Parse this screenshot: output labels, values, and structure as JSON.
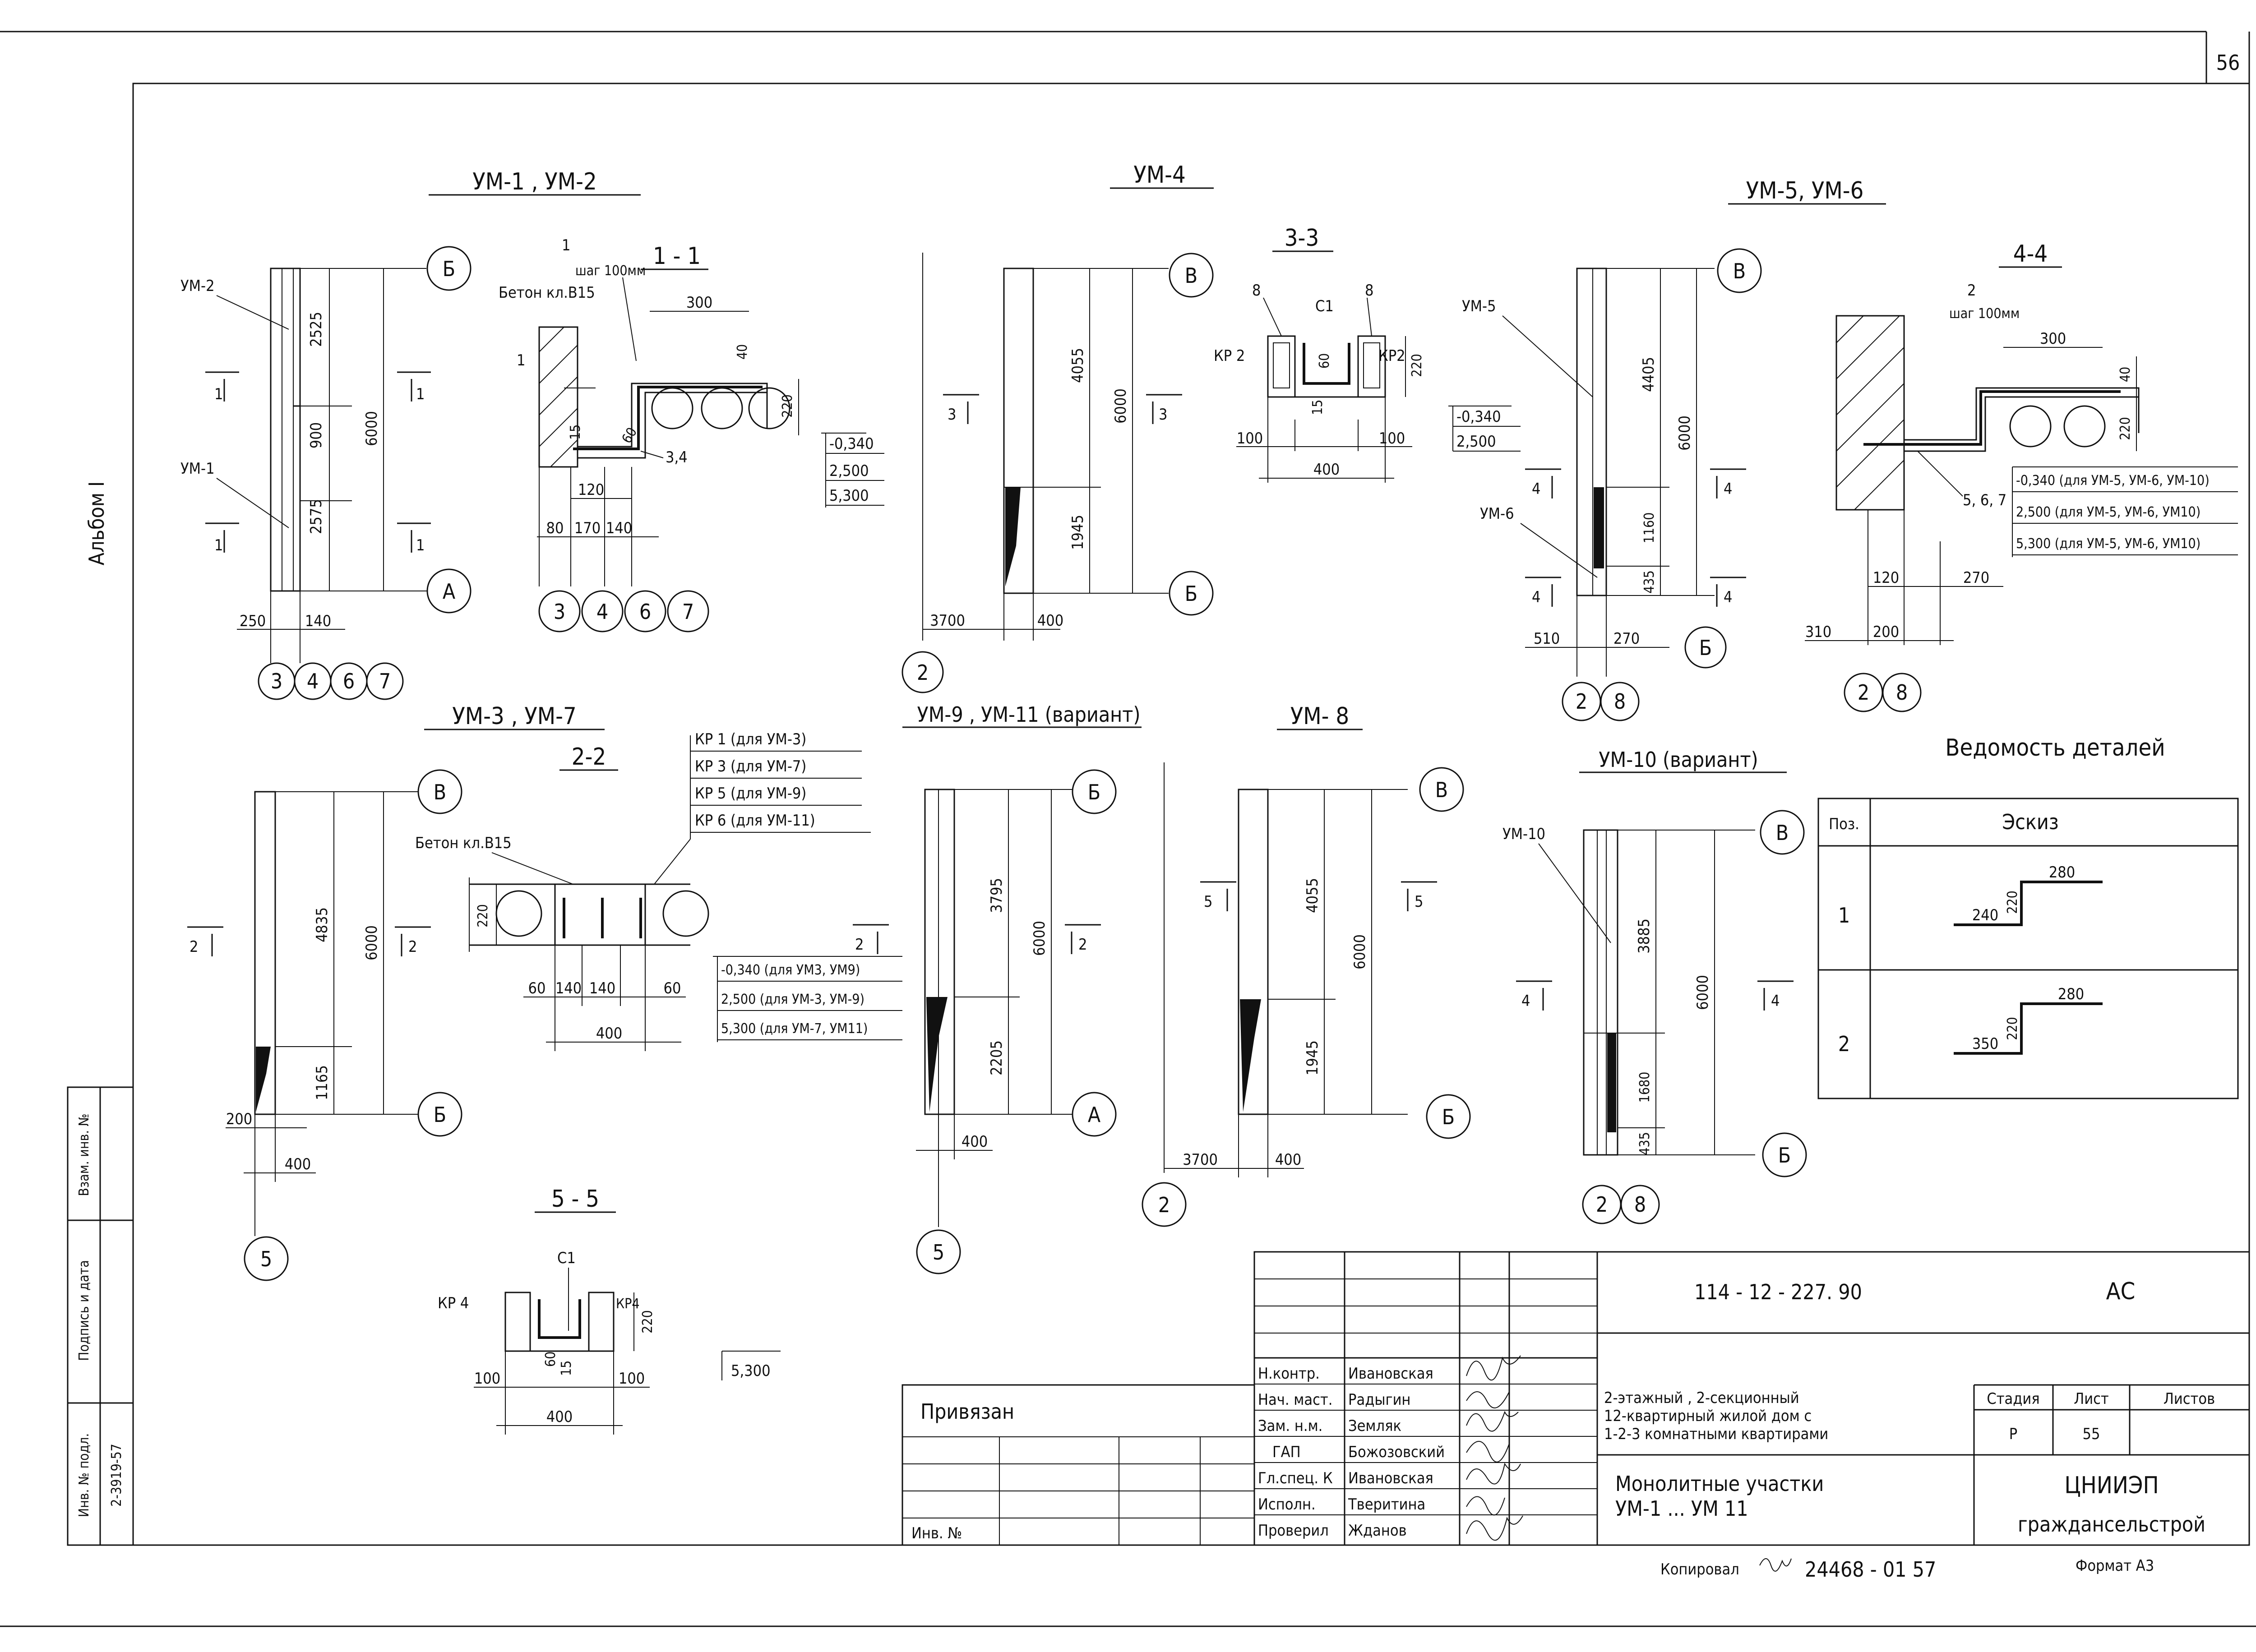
{
  "sheet": {
    "page_number": "56",
    "album": "Альбом I",
    "side_labels": [
      "Инв. № подл.",
      "Подпись и дата",
      "Взам. инв. №"
    ],
    "inv_number": "2-3919-57"
  },
  "views": {
    "um1_um2": {
      "title": "УМ-1 , УМ-2",
      "labels": [
        "УМ-2",
        "УМ-1"
      ],
      "dims": [
        "2525",
        "900",
        "2575",
        "6000",
        "250",
        "140"
      ],
      "cuts": [
        "1",
        "1",
        "1",
        "1"
      ],
      "axes": [
        "Б",
        "А",
        "3",
        "4",
        "6",
        "7"
      ]
    },
    "sec_1_1": {
      "title": "1 - 1",
      "notes": [
        "1",
        "шаг 100мм",
        "Бетон кл.В15"
      ],
      "dims": [
        "300",
        "40",
        "220",
        "120",
        "80",
        "170",
        "140",
        "60",
        "15",
        "3,4",
        "1"
      ],
      "levels": [
        "-0,340",
        "2,500",
        "5,300"
      ],
      "axes": [
        "3",
        "4",
        "6",
        "7"
      ]
    },
    "um4": {
      "title": "УМ-4",
      "dims": [
        "4055",
        "6000",
        "1945",
        "3700",
        "400"
      ],
      "cuts": [
        "3",
        "3"
      ],
      "axes": [
        "В",
        "Б",
        "2"
      ]
    },
    "sec_3_3": {
      "title": "3-3",
      "notes": [
        "8",
        "С1",
        "8",
        "КР 2",
        "КР2"
      ],
      "dims": [
        "60",
        "220",
        "15",
        "100",
        "100",
        "400"
      ],
      "levels": [
        "-0,340",
        "2,500"
      ]
    },
    "um5_um6": {
      "title": "УМ-5, УМ-6",
      "labels": [
        "УМ-5",
        "УМ-6"
      ],
      "dims": [
        "4405",
        "6000",
        "1160",
        "435",
        "510",
        "270"
      ],
      "cuts": [
        "4",
        "4",
        "4",
        "4"
      ],
      "axes": [
        "В",
        "Б",
        "2",
        "8"
      ]
    },
    "sec_4_4": {
      "title": "4-4",
      "notes": [
        "2",
        "шаг 100мм",
        "5, 6, 7"
      ],
      "dims": [
        "300",
        "40",
        "220",
        "120",
        "270",
        "310",
        "200"
      ],
      "levels": [
        "-0,340 (для УМ-5, УМ-6, УМ-10)",
        "2,500 (для УМ-5, УМ-6, УМ10)",
        "5,300 (для УМ-5, УМ-6, УМ10)"
      ],
      "axes": [
        "2",
        "8"
      ]
    },
    "um3_um7": {
      "title": "УМ-3 , УМ-7",
      "dims": [
        "4835",
        "6000",
        "1165",
        "200",
        "400"
      ],
      "cuts": [
        "2",
        "2"
      ],
      "axes": [
        "В",
        "Б",
        "5"
      ]
    },
    "sec_2_2": {
      "title": "2-2",
      "notes": [
        "Бетон кл.В15"
      ],
      "kr_list": [
        "КР 1 (для УМ-3)",
        "КР 3 (для УМ-7)",
        "КР 5 (для УМ-9)",
        "КР 6 (для УМ-11)"
      ],
      "dims": [
        "220",
        "60",
        "140",
        "140",
        "60",
        "400"
      ],
      "levels": [
        "-0,340 (для УМ3, УМ9)",
        "2,500 (для УМ-3, УМ-9)",
        "5,300 (для УМ-7, УМ11)"
      ]
    },
    "um9_um11": {
      "title": "УМ-9 , УМ-11 (вариант)",
      "dims": [
        "3795",
        "6000",
        "2205",
        "400"
      ],
      "cuts": [
        "2",
        "2"
      ],
      "axes": [
        "Б",
        "А",
        "5"
      ]
    },
    "um8": {
      "title": "УМ- 8",
      "dims": [
        "4055",
        "6000",
        "1945",
        "3700",
        "400"
      ],
      "cuts": [
        "5",
        "5"
      ],
      "axes": [
        "В",
        "Б",
        "2"
      ]
    },
    "um10": {
      "title": "УМ-10 (вариант)",
      "labels": [
        "УМ-10"
      ],
      "dims": [
        "3885",
        "6000",
        "1680",
        "435"
      ],
      "cuts": [
        "4",
        "4"
      ],
      "axes": [
        "В",
        "Б",
        "2",
        "8"
      ]
    },
    "sec_5_5": {
      "title": "5 - 5",
      "notes": [
        "С1",
        "КР 4",
        "КР4"
      ],
      "dims": [
        "60",
        "15",
        "220",
        "100",
        "100",
        "400"
      ],
      "levels": [
        "5,300"
      ]
    }
  },
  "details_table": {
    "title": "Ведомость деталей",
    "headers": [
      "Поз.",
      "Эскиз"
    ],
    "rows": [
      {
        "pos": "1",
        "dims": [
          "280",
          "220",
          "240"
        ]
      },
      {
        "pos": "2",
        "dims": [
          "280",
          "220",
          "350"
        ]
      }
    ]
  },
  "title_block": {
    "doc_code": "114 - 12 - 227. 90",
    "mark": "АС",
    "privyazan": "Привязан",
    "inv_no": "Инв. №",
    "roles": [
      "Н.контр.",
      "Нач. маст.",
      "Зам. н.м.",
      "ГАП",
      "Гл.спец. К",
      "Исполн.",
      "Проверил"
    ],
    "names": [
      "Ивановская",
      "Радыгин",
      "Земляк",
      "Божозовский",
      "Ивановская",
      "Тверитина",
      "Жданов"
    ],
    "project": [
      "2-этажный , 2-секционный",
      "12-квартирный жилой дом с",
      "1-2-3 комнатными квартирами"
    ],
    "sheet_title": [
      "Монолитные участки",
      "УМ-1 ... УМ 11"
    ],
    "stage_label": "Стадия",
    "sheet_label": "Лист",
    "sheets_label": "Листов",
    "stage": "Р",
    "sheet_no": "55",
    "org": [
      "ЦНИИЭП",
      "граждансельстрой"
    ]
  },
  "footer": {
    "copied": "Копировал",
    "order": "24468 - 01  57",
    "format": "Формат А3"
  }
}
